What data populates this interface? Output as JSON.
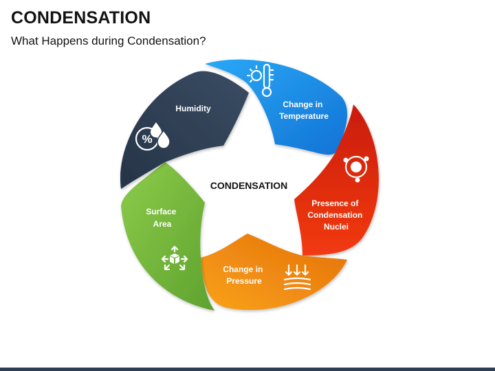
{
  "slide": {
    "title": "CONDENSATION",
    "subtitle": "What Happens during Condensation?"
  },
  "diagram": {
    "center_label": "CONDENSATION",
    "segments": [
      {
        "id": "change-in-temperature",
        "label_lines": [
          "Change in",
          "Temperature"
        ],
        "color": "#1E8FE8",
        "icon": "thermometer-sun-icon"
      },
      {
        "id": "presence-of-condensation-nuclei",
        "label_lines": [
          "Presence of",
          "Condensation",
          "Nuclei"
        ],
        "color": "#E8290B",
        "icon": "nucleus-icon"
      },
      {
        "id": "change-in-pressure",
        "label_lines": [
          "Change in",
          "Pressure"
        ],
        "color": "#F08A0C",
        "icon": "pressure-arrows-icon"
      },
      {
        "id": "surface-area",
        "label_lines": [
          "Surface",
          "Area"
        ],
        "color": "#72B83A",
        "icon": "expand-cube-icon"
      },
      {
        "id": "humidity",
        "label_lines": [
          "Humidity"
        ],
        "color": "#2E3E54",
        "icon": "humidity-drops-icon"
      }
    ]
  },
  "theme": {
    "bottom_bar_color": "#2E3E54"
  }
}
